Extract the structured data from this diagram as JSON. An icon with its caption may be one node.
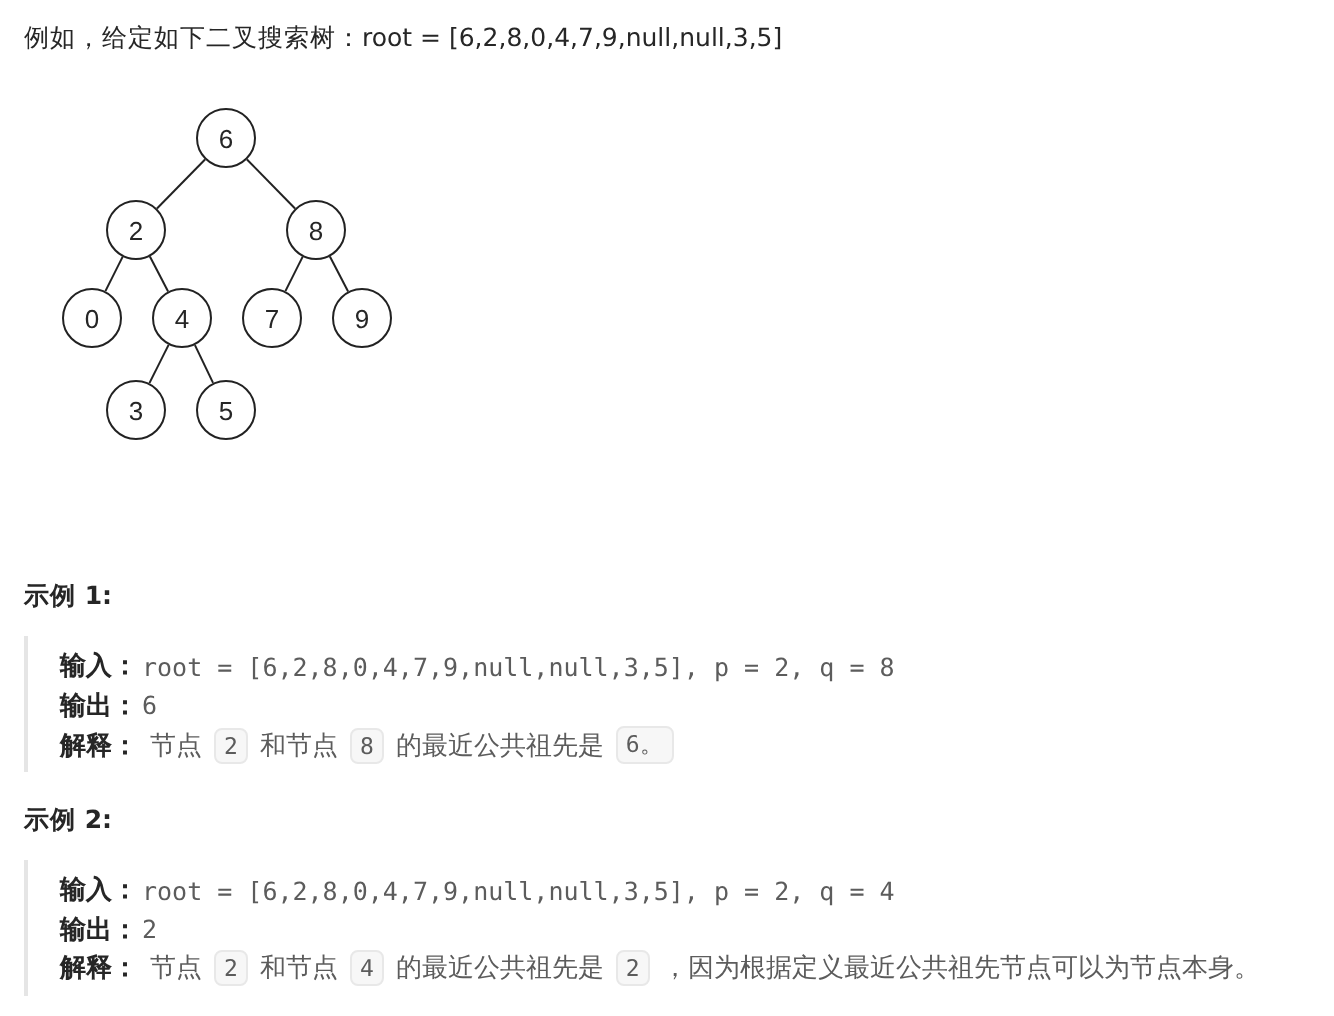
{
  "diagram": {
    "nodes": [
      {
        "text": [
          "6"
        ]
      },
      {
        "text": [
          "2"
        ]
      },
      {
        "text": [
          "8"
        ]
      },
      {
        "text": [
          "0"
        ]
      },
      {
        "text": [
          "4"
        ]
      },
      {
        "text": [
          "7"
        ]
      },
      {
        "text": [
          "9"
        ]
      },
      {
        "text": [
          "3"
        ]
      },
      {
        "text": [
          "5"
        ]
      }
    ],
    "edges": [
      {
        "from": 0,
        "to": 1,
        "arrow": "none"
      },
      {
        "from": 0,
        "to": 2,
        "arrow": "none"
      },
      {
        "from": 1,
        "to": 3,
        "arrow": "none"
      },
      {
        "from": 1,
        "to": 4,
        "arrow": "none"
      },
      {
        "from": 2,
        "to": 5,
        "arrow": "none"
      },
      {
        "from": 2,
        "to": 6,
        "arrow": "none"
      },
      {
        "from": 4,
        "to": 7,
        "arrow": "none"
      },
      {
        "from": 4,
        "to": 8,
        "arrow": "none"
      }
    ],
    "labels": [
      "例如，给定如下二叉搜索树：root = [6,2,8,0,4,7,9,null,null,3,5]",
      "示例 1:",
      "输入：",
      "root = [6,2,8,0,4,7,9,null,null,3,5], p = 2, q = 8",
      "输出：",
      "6",
      "解释：",
      "节点",
      "2",
      "和节点",
      "8",
      "的最近公共祖先是",
      "6。",
      "示例 2:",
      "输入：",
      "root = [6,2,8,0,4,7,9,null,null,3,5], p = 2, q = 4",
      "输出：",
      "2",
      "解释：",
      "节点",
      "2",
      "和节点",
      "4",
      "的最近公共祖先是",
      "2",
      "，因为根据定义最近公共祖先节点可以为节点本身。"
    ]
  }
}
